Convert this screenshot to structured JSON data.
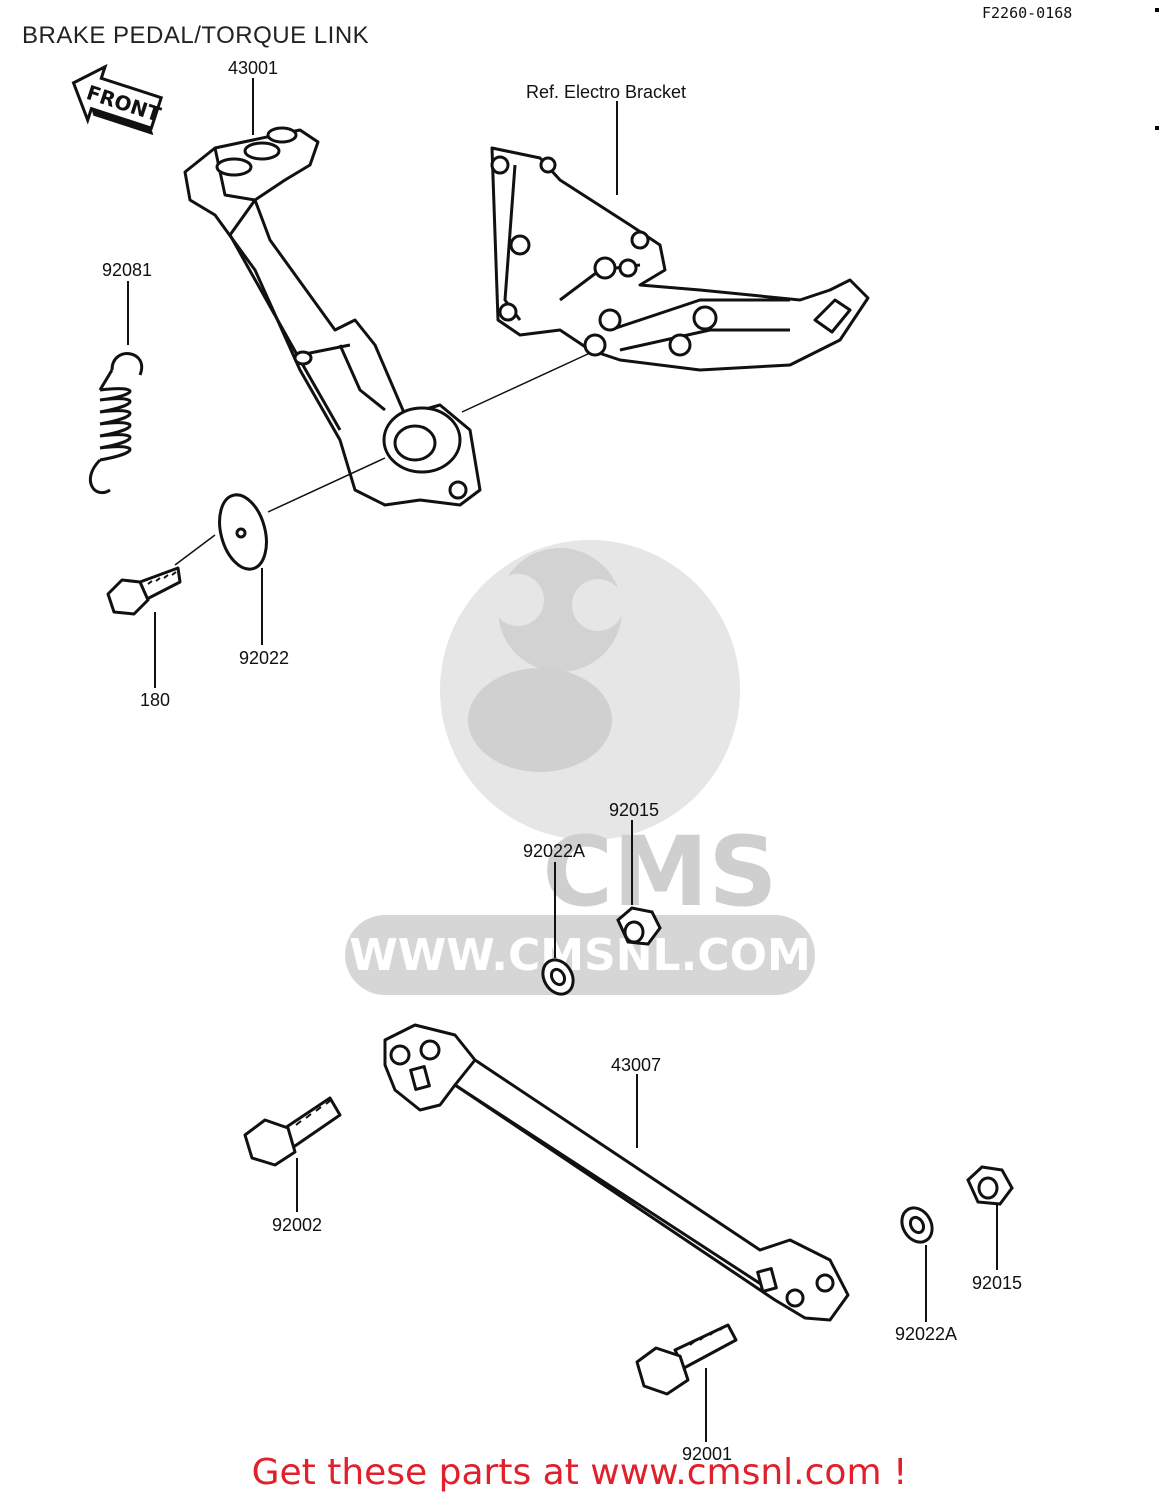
{
  "header": {
    "title": "BRAKE PEDAL/TORQUE LINK",
    "figure_code": "F2260-0168"
  },
  "arrow": {
    "label": "FRONT"
  },
  "bracket": {
    "label": "Ref. Electro  Bracket"
  },
  "parts": {
    "p43001": "43001",
    "p92081": "92081",
    "p92022": "92022",
    "p180": "180",
    "p92015_top": "92015",
    "p92022A_top": "92022A",
    "p43007": "43007",
    "p92002": "92002",
    "p92001": "92001",
    "p92015_bottom": "92015",
    "p92022A_bottom": "92022A"
  },
  "watermark": {
    "text": "WWW.CMSNL.COM",
    "logo": "CMS"
  },
  "footer": {
    "cta": "Get these parts at www.cmsnl.com !"
  },
  "colors": {
    "cta": "#e0202a",
    "ink": "#111111",
    "watermark": "#d8d8d8"
  }
}
